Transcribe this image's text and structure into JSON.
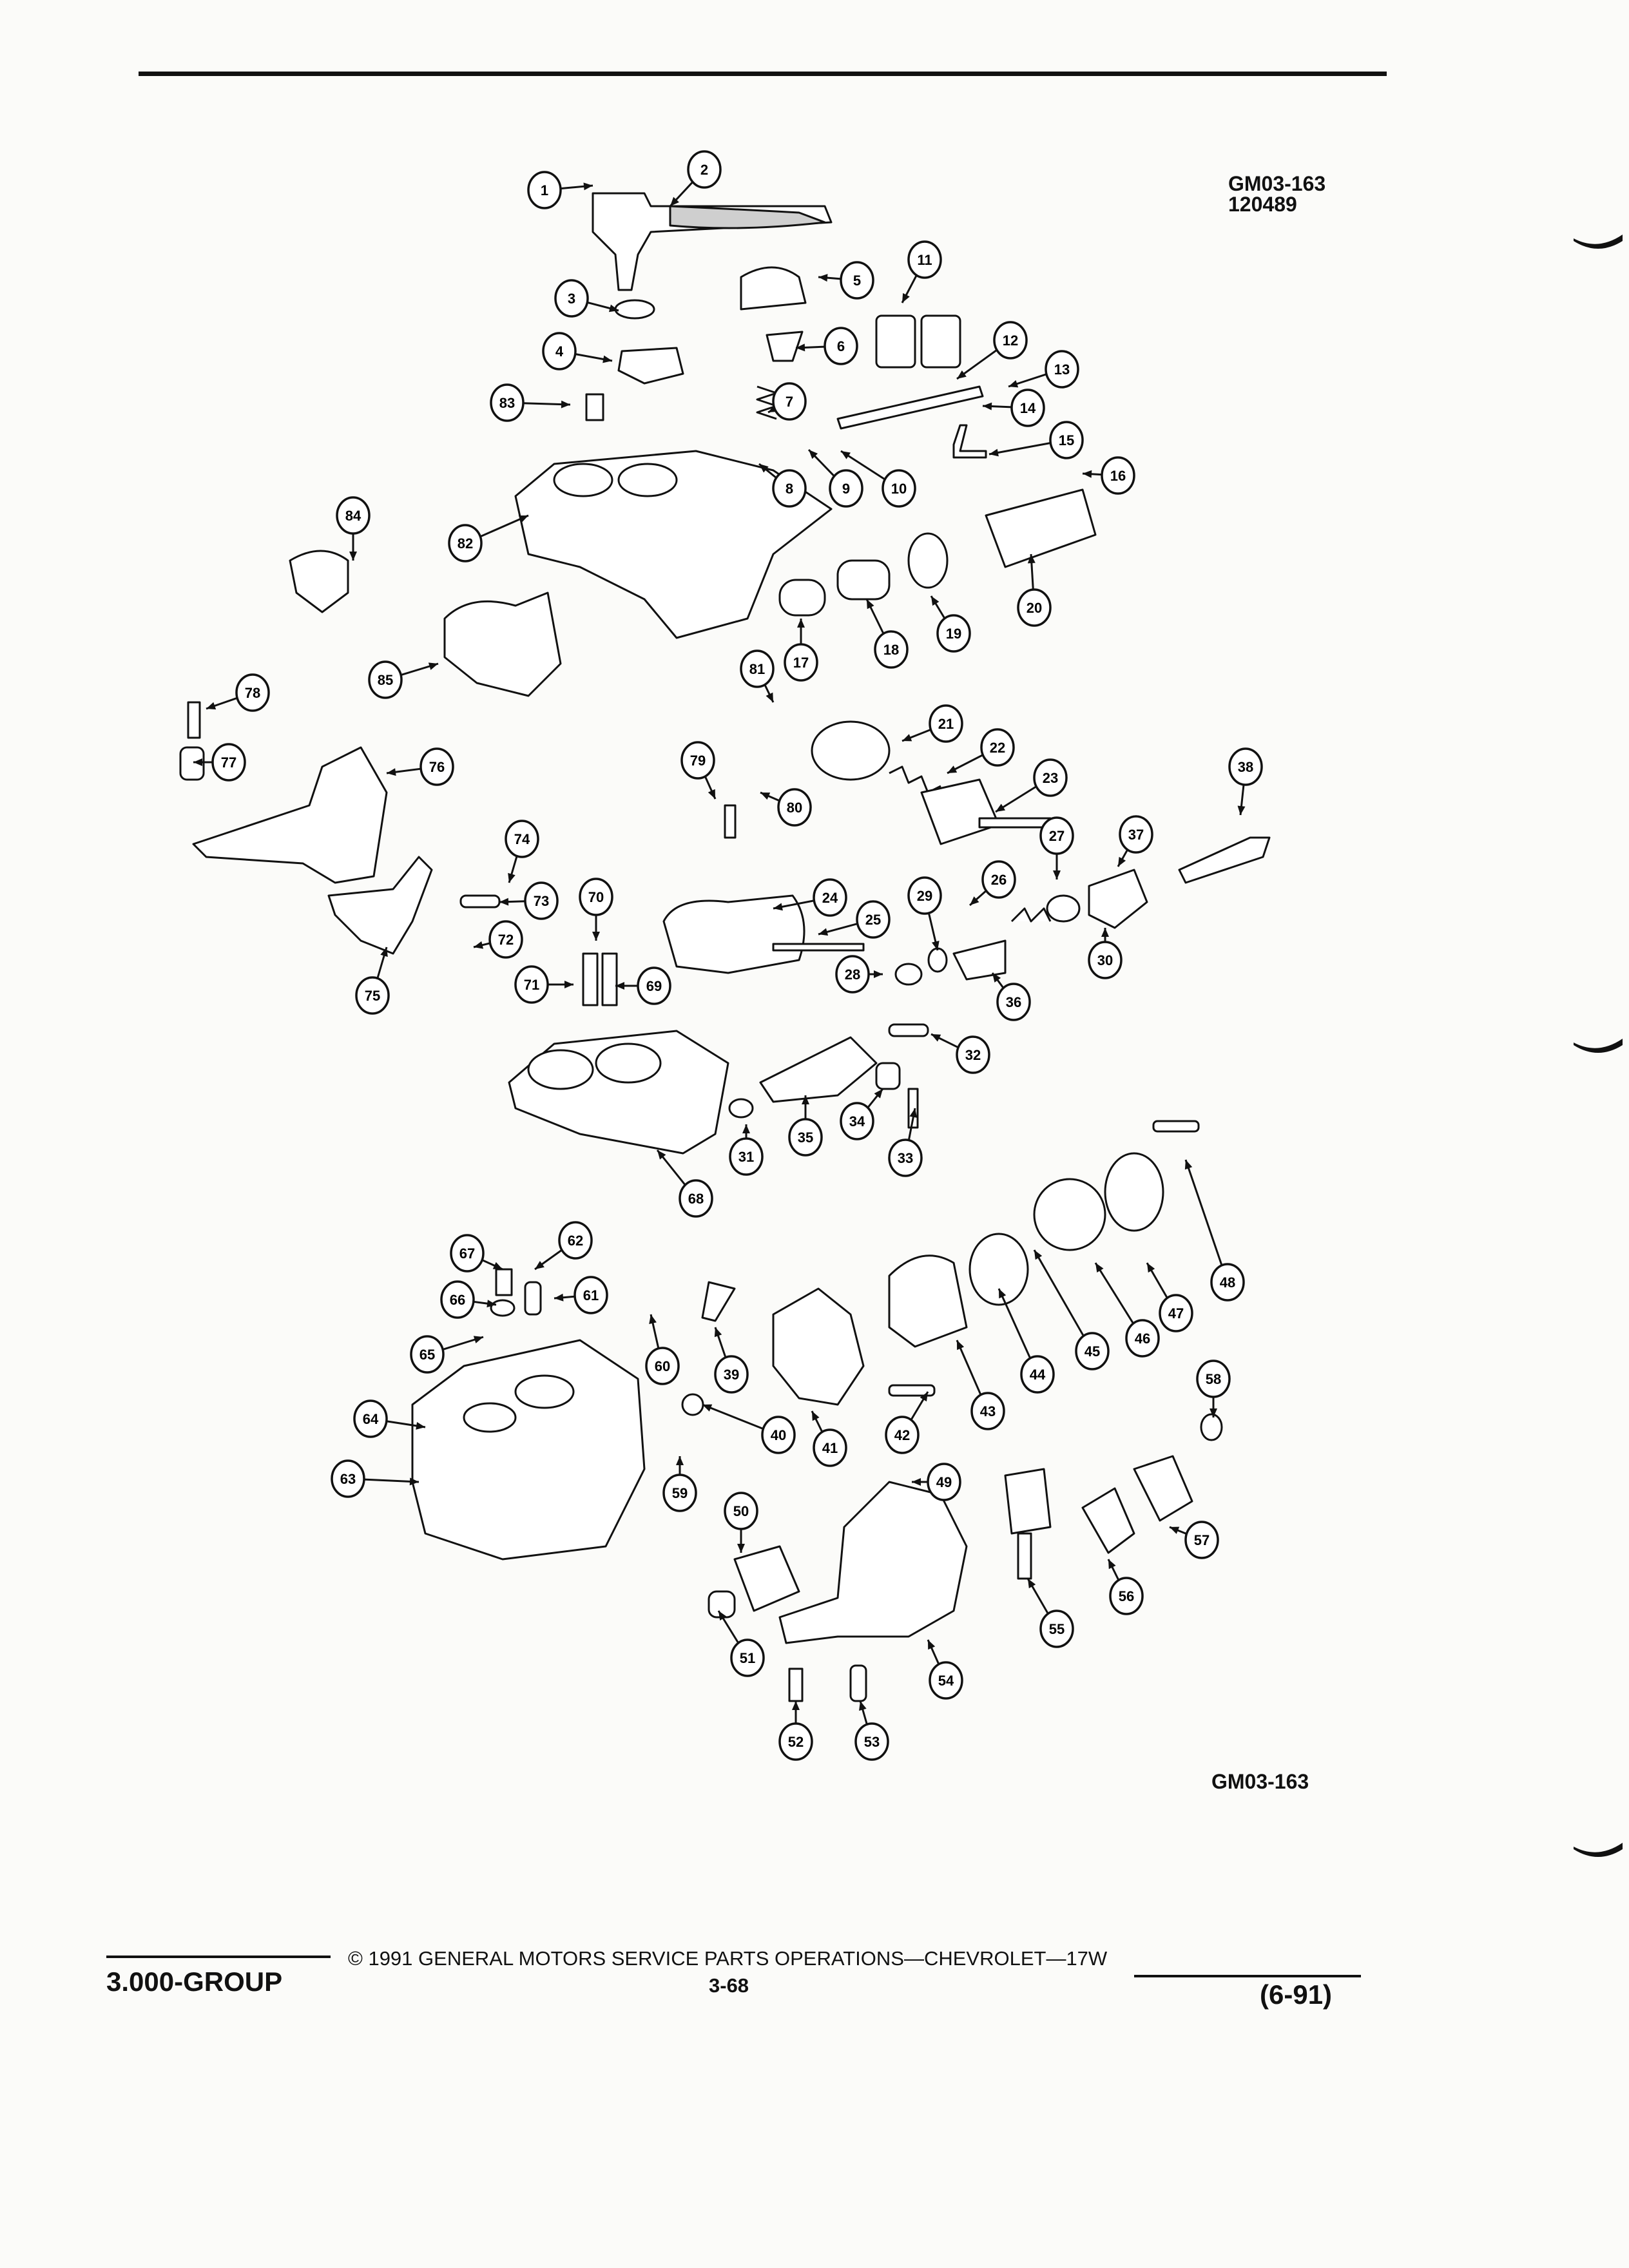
{
  "header": {
    "figure_ref_top": "GM03-163",
    "figure_date": "120489"
  },
  "figure": {
    "figure_ref_bottom": "GM03-163",
    "callouts": [
      "1",
      "2",
      "3",
      "4",
      "5",
      "6",
      "7",
      "8",
      "9",
      "10",
      "11",
      "12",
      "13",
      "14",
      "15",
      "16",
      "17",
      "18",
      "19",
      "20",
      "21",
      "22",
      "23",
      "24",
      "25",
      "26",
      "27",
      "28",
      "29",
      "30",
      "31",
      "32",
      "33",
      "34",
      "35",
      "36",
      "37",
      "38",
      "39",
      "40",
      "41",
      "42",
      "43",
      "44",
      "45",
      "46",
      "47",
      "48",
      "49",
      "50",
      "51",
      "52",
      "53",
      "54",
      "55",
      "56",
      "57",
      "58",
      "59",
      "60",
      "61",
      "62",
      "63",
      "64",
      "65",
      "66",
      "67",
      "68",
      "69",
      "70",
      "71",
      "72",
      "73",
      "74",
      "75",
      "76",
      "77",
      "78",
      "79",
      "80",
      "81",
      "82",
      "83",
      "84",
      "85"
    ]
  },
  "footer": {
    "group": "3.000-GROUP",
    "copyright": "© 1991 GENERAL MOTORS SERVICE PARTS OPERATIONS—CHEVROLET—17W",
    "page_number": "3-68",
    "revision": "(6-91)"
  }
}
